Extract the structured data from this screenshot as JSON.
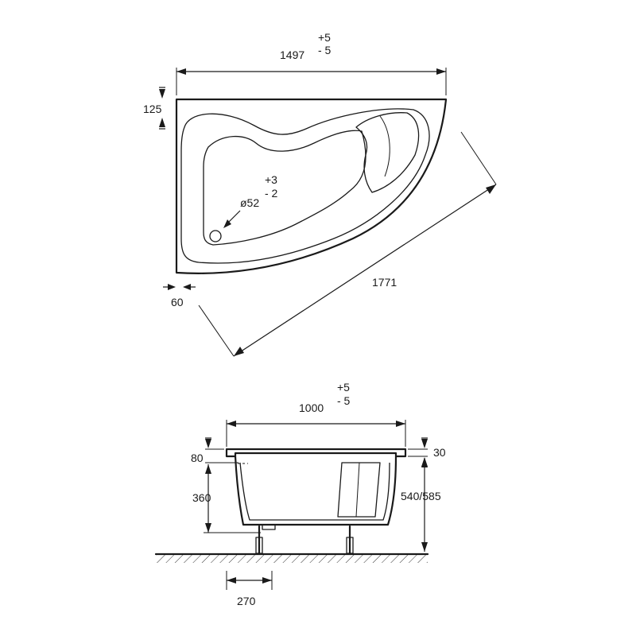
{
  "top_view": {
    "width_value": "1497",
    "width_tol_plus": "+5",
    "width_tol_minus": "- 5",
    "rim_depth": "125",
    "rim_side": "60",
    "diagonal": "1771",
    "drain_diameter": "ø52",
    "drain_tol_plus": "+3",
    "drain_tol_minus": "- 2"
  },
  "side_view": {
    "width_value": "1000",
    "width_tol_plus": "+5",
    "width_tol_minus": "- 5",
    "rim_left": "80",
    "rim_right": "30",
    "drain_height": "360",
    "total_height": "540/585",
    "leg_spacing": "270"
  },
  "colors": {
    "line": "#1a1a1a",
    "background": "#ffffff"
  }
}
